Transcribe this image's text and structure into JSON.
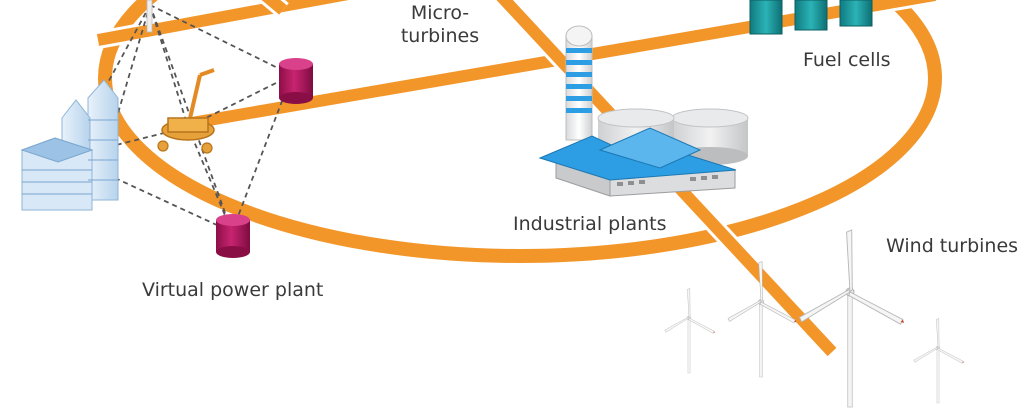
{
  "labels": {
    "micro_turbines_line1": "Micro-",
    "micro_turbines_line2": "turbines",
    "fuel_cells": "Fuel cells",
    "industrial_plants": "Industrial plants",
    "wind_turbines": "Wind turbines",
    "virtual_power_plant": "Virtual power plant"
  },
  "colors": {
    "grid_ring": "#f3962a",
    "grid_ring_edge": "#ffffff",
    "storage": "#b0185c",
    "fuel_cell": "#1e9a9e",
    "roof": "#2d9ee3",
    "building": "#cfe2f2",
    "turbine": "#f2f2f2",
    "dashed_link": "#555555"
  },
  "icons": [
    "office-buildings-icon",
    "control-hub-icon",
    "storage-cylinder-icon",
    "fuel-cell-icon",
    "chimney-icon",
    "tank-icon",
    "factory-icon",
    "wind-turbine-icon"
  ]
}
